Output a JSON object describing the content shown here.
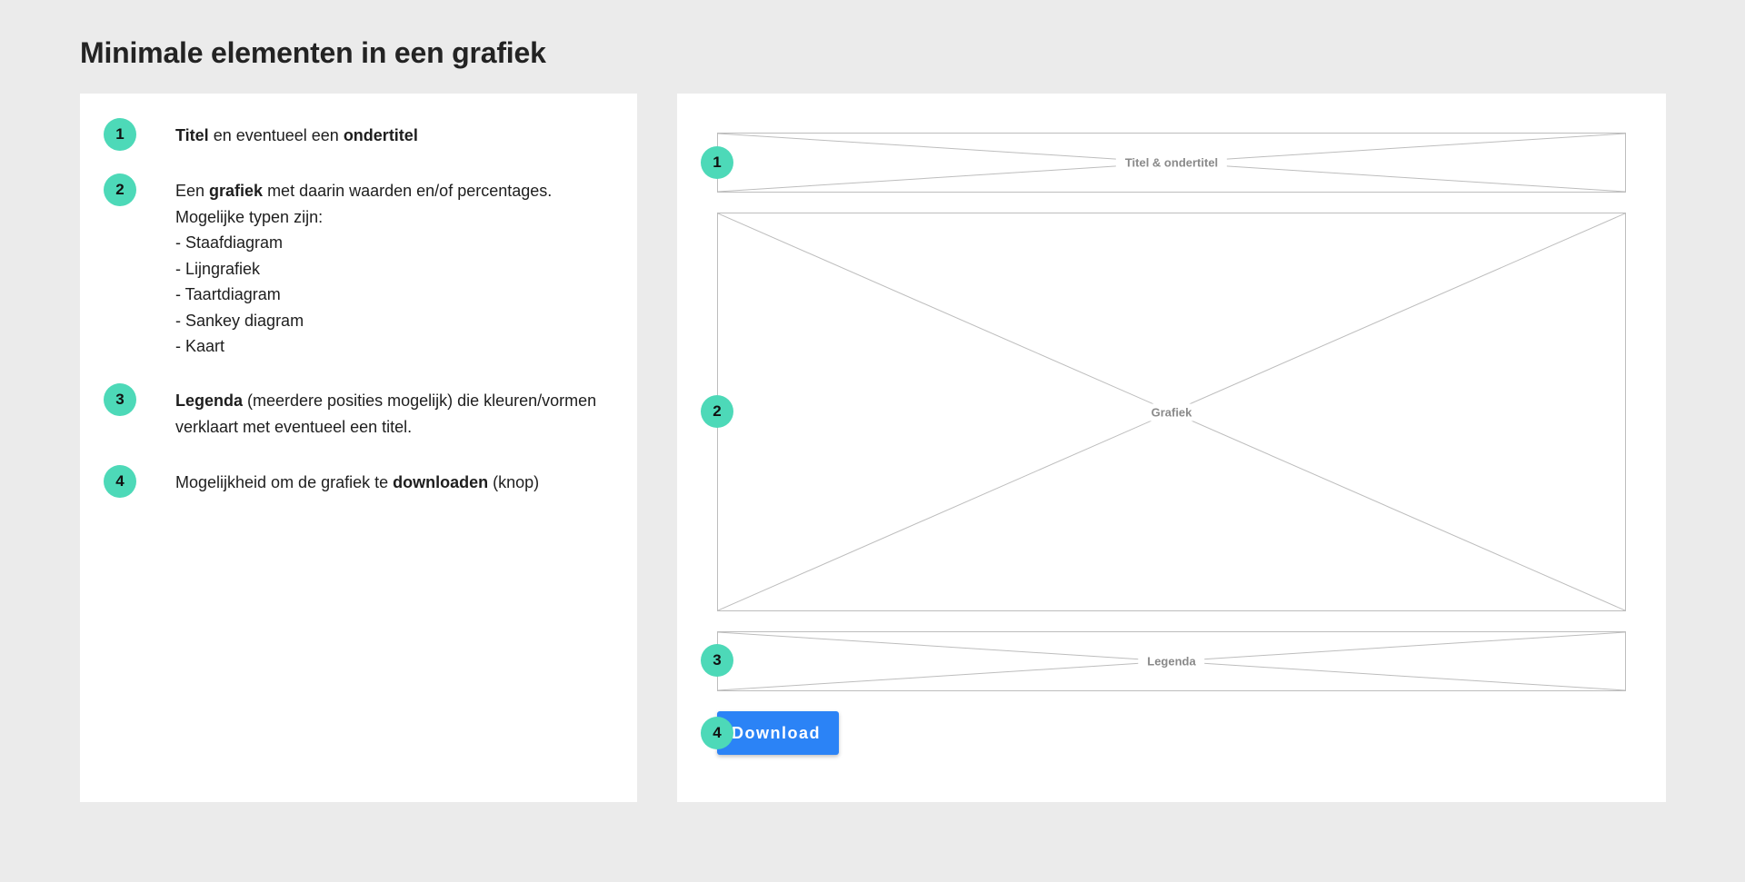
{
  "title": "Minimale elementen in een grafiek",
  "colors": {
    "badge": "#4dd9b8",
    "button": "#2b83f6",
    "wireframe": "#bdbdbd"
  },
  "items": [
    {
      "number": "1",
      "parts": [
        {
          "text": "Titel",
          "bold": true
        },
        {
          "text": " en eventueel een ",
          "bold": false
        },
        {
          "text": "ondertitel",
          "bold": true
        }
      ]
    },
    {
      "number": "2",
      "parts": [
        {
          "text": "Een ",
          "bold": false
        },
        {
          "text": "grafiek",
          "bold": true
        },
        {
          "text": " met daarin waarden en/of percentages.",
          "bold": false
        }
      ],
      "lines": [
        "Mogelijke typen zijn:",
        "- Staafdiagram",
        "- Lijngrafiek",
        "- Taartdiagram",
        "- Sankey diagram",
        "- Kaart"
      ]
    },
    {
      "number": "3",
      "parts": [
        {
          "text": "Legenda",
          "bold": true
        },
        {
          "text": " (meerdere posities mogelijk) die kleuren/vormen",
          "bold": false
        }
      ],
      "lines": [
        "verklaart met eventueel een titel."
      ]
    },
    {
      "number": "4",
      "parts": [
        {
          "text": "Mogelijkheid om de grafiek te ",
          "bold": false
        },
        {
          "text": "downloaden",
          "bold": true
        },
        {
          "text": " (knop)",
          "bold": false
        }
      ]
    }
  ],
  "wireframe": {
    "title_box": {
      "number": "1",
      "label": "Titel & ondertitel"
    },
    "chart_box": {
      "number": "2",
      "label": "Grafiek"
    },
    "legend_box": {
      "number": "3",
      "label": "Legenda"
    },
    "download": {
      "number": "4",
      "label": "Download"
    }
  }
}
